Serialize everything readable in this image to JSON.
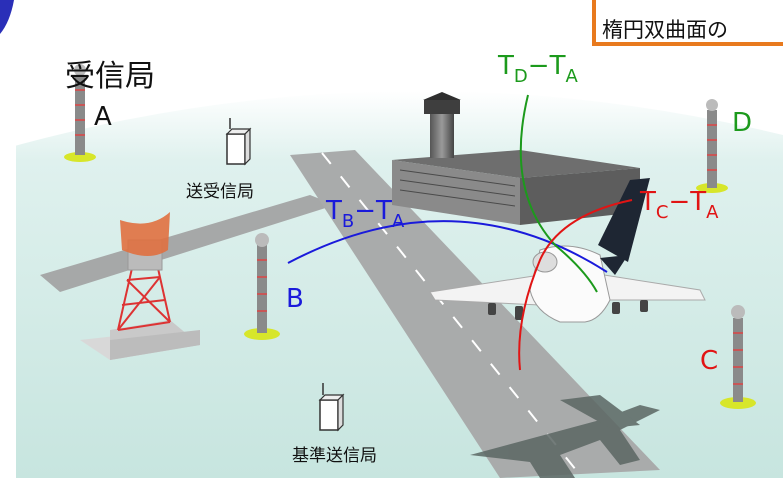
{
  "labels": {
    "receiving_station": "受信局",
    "station_a": "A",
    "station_b": "B",
    "station_c": "C",
    "station_d": "D",
    "transceiver_station": "送受信局",
    "reference_transmitter": "基準送信局",
    "caption": "楕円双曲面の"
  },
  "curves": [
    {
      "id": "tb_ta",
      "t1": "T",
      "s1": "B",
      "t2": "T",
      "s2": "A",
      "color": "#1a1adb"
    },
    {
      "id": "tc_ta",
      "t1": "T",
      "s1": "C",
      "t2": "T",
      "s2": "A",
      "color": "#e11414"
    },
    {
      "id": "td_ta",
      "t1": "T",
      "s1": "D",
      "t2": "T",
      "s2": "A",
      "color": "#1c9a1c"
    }
  ],
  "colors": {
    "ground": "#cfe9e4",
    "sky_edge": "#ffffff",
    "runway": "#a9abab",
    "label_black": "#111111",
    "caption_border": "#e87a1e"
  }
}
